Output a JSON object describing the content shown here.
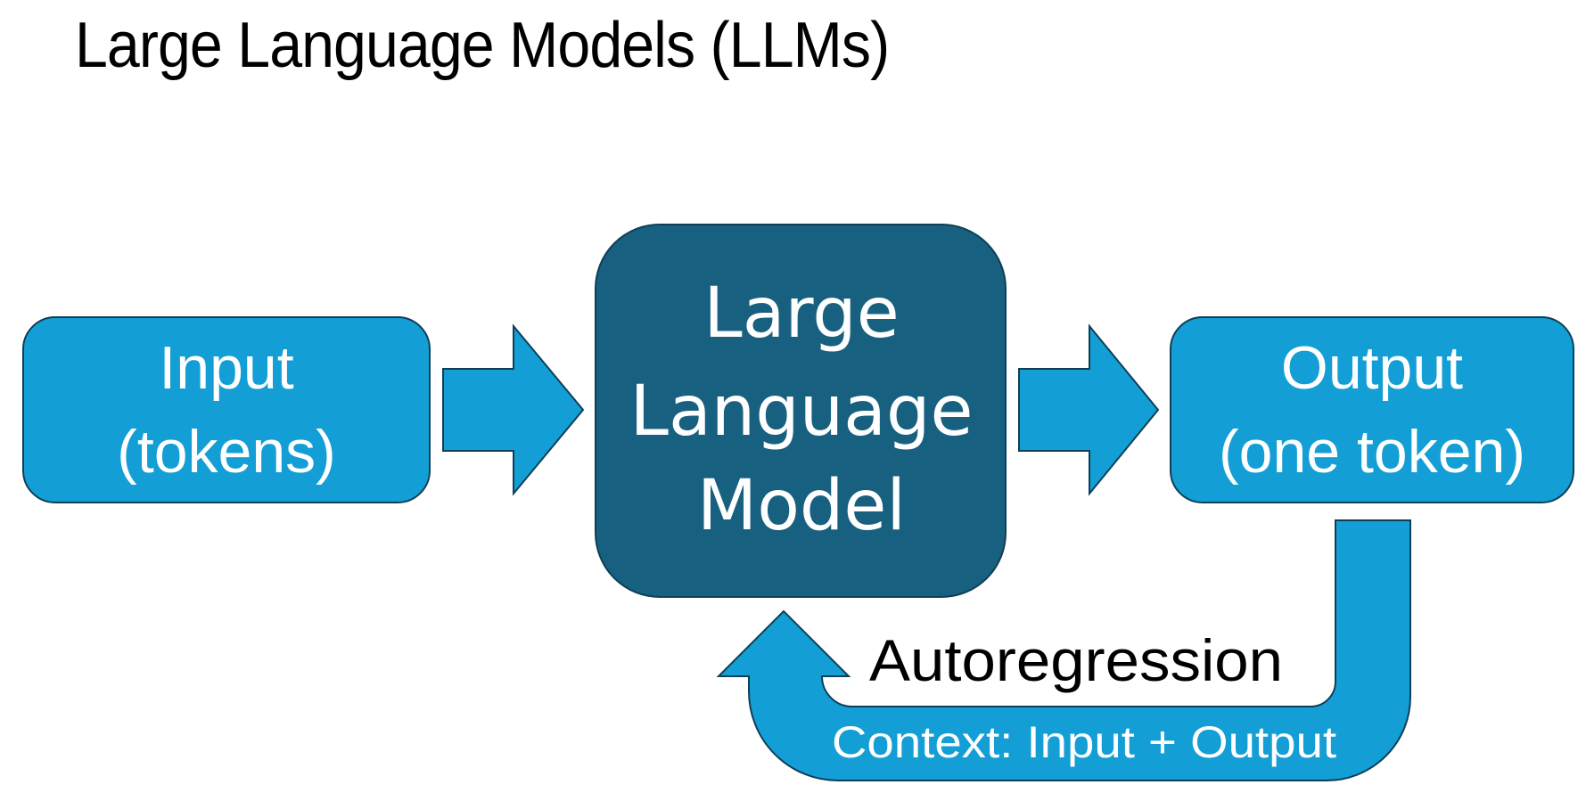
{
  "title": "Large Language Models (LLMs)",
  "colors": {
    "box_light": "#139FD6",
    "box_dark": "#18607F",
    "stroke": "#0E3F57",
    "text_light": "#FFFFFF",
    "text_dark": "#000000"
  },
  "nodes": {
    "input": {
      "line1": "Input",
      "line2": "(tokens)"
    },
    "model": {
      "line1": "Large",
      "line2": "Language",
      "line3": "Model"
    },
    "output": {
      "line1": "Output",
      "line2": "(one token)"
    }
  },
  "loop": {
    "label": "Autoregression",
    "sublabel": "Context: Input + Output"
  },
  "edges": [
    {
      "from": "input",
      "to": "model",
      "type": "block-arrow"
    },
    {
      "from": "model",
      "to": "output",
      "type": "block-arrow"
    },
    {
      "from": "output",
      "to": "model",
      "type": "u-turn-arrow",
      "label": "Autoregression"
    }
  ]
}
